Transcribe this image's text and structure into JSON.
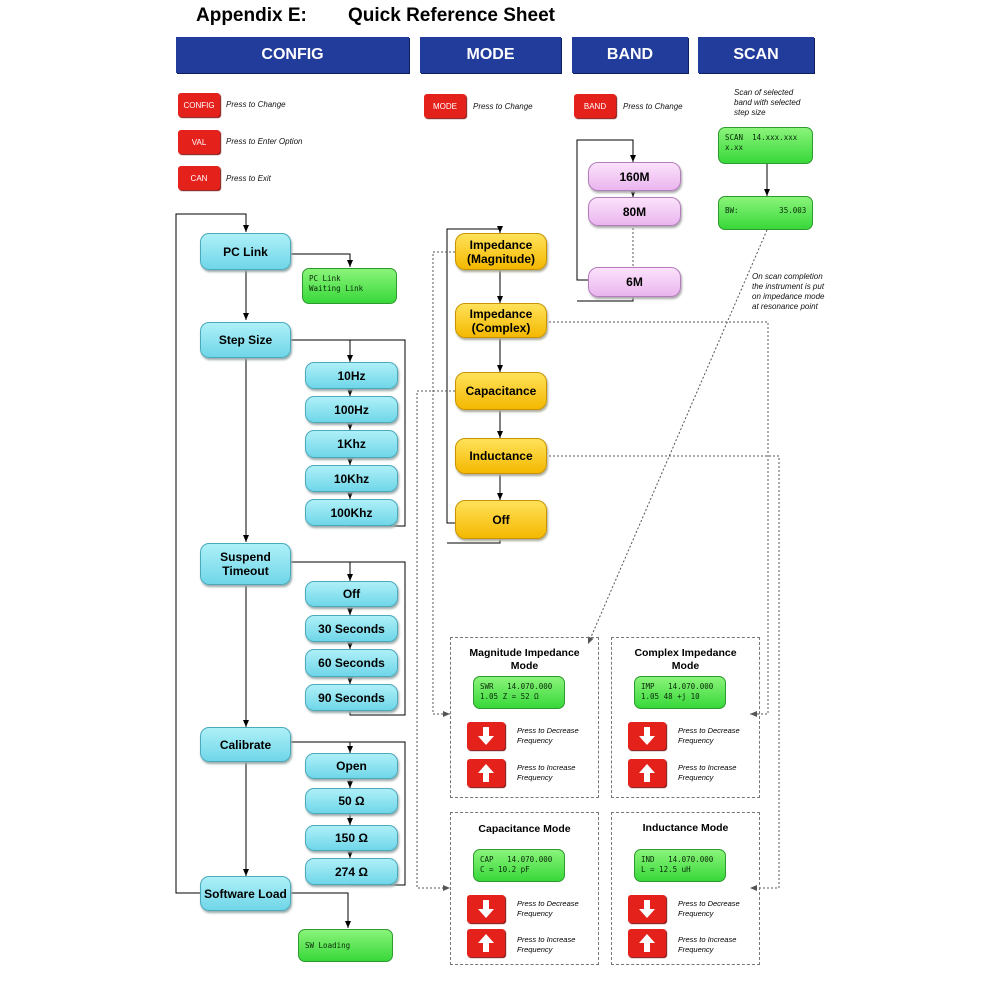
{
  "title": {
    "appendix": "Appendix E:",
    "sheet": "Quick Reference Sheet"
  },
  "headers": {
    "config": "CONFIG",
    "mode": "MODE",
    "band": "BAND",
    "scan": "SCAN"
  },
  "config_keys": [
    {
      "label": "CONFIG",
      "note": "Press to Change"
    },
    {
      "label": "VAL",
      "note": "Press to Enter Option"
    },
    {
      "label": "CAN",
      "note": "Press to Exit"
    }
  ],
  "mode_key": {
    "label": "MODE",
    "note": "Press to Change"
  },
  "band_key": {
    "label": "BAND",
    "note": "Press to Change"
  },
  "scan_note": "Scan of selected\nband with selected\nstep size",
  "scan_lcd1": "SCAN  14.xxx.xxx\nx.xx",
  "scan_lcd2": "BW:         35.003",
  "scan_completion": "On scan completion\nthe instrument is put\non impedance mode\nat resonance point",
  "config_menu": {
    "pc_link": "PC Link",
    "pc_link_lcd": "PC Link\nWaiting Link",
    "step_size": "Step Size",
    "step_options": [
      "10Hz",
      "100Hz",
      "1Khz",
      "10Khz",
      "100Khz"
    ],
    "suspend": "Suspend\nTimeout",
    "suspend_options": [
      "Off",
      "30 Seconds",
      "60 Seconds",
      "90 Seconds"
    ],
    "calibrate": "Calibrate",
    "calibrate_options": [
      "Open",
      "50 Ω",
      "150 Ω",
      "274 Ω"
    ],
    "software_load": "Software Load",
    "sw_lcd": "SW Loading"
  },
  "modes": [
    "Impedance\n(Magnitude)",
    "Impedance\n(Complex)",
    "Capacitance",
    "Inductance",
    "Off"
  ],
  "bands": [
    "160M",
    "80M",
    "6M"
  ],
  "panels": [
    {
      "title": "Magnitude Impedance\nMode",
      "lcd": "SWR   14.070.000\n1.05 Z = 52 Ω"
    },
    {
      "title": "Complex Impedance\nMode",
      "lcd": "IMP   14.070.000\n1.05 48 +j 10"
    },
    {
      "title": "Capacitance Mode",
      "lcd": "CAP   14.070.000\nC = 10.2 pF"
    },
    {
      "title": "Inductance Mode",
      "lcd": "IND   14.070.000\nL = 12.5 uH"
    }
  ],
  "panel_notes": {
    "decrease": "Press to Decrease\nFrequency",
    "increase": "Press to Increase\nFrequency"
  },
  "colors": {
    "header": "#223c9b",
    "red": "#e5211c",
    "cyan": "#6fd6e8",
    "yellow": "#f4b800",
    "pink": "#eab5ee",
    "green": "#38d83a"
  }
}
